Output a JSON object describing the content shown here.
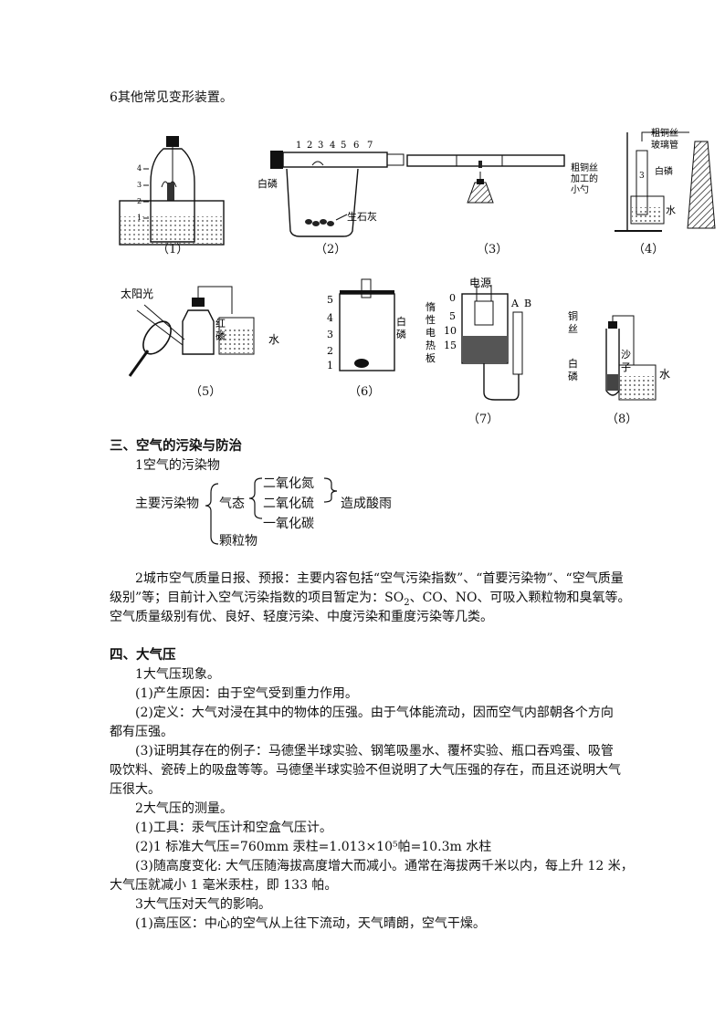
{
  "intro": "6其他常见变形装置。",
  "figures": {
    "f1": {
      "caption": "（1）",
      "ticks": [
        "1",
        "2",
        "3",
        "4"
      ]
    },
    "f2": {
      "caption": "（2）",
      "ruler": [
        "1",
        "2",
        "3",
        "4",
        "5",
        "6",
        "7"
      ],
      "label_white": "白磷",
      "label_lime": "生石灰"
    },
    "f3": {
      "caption": "（3）"
    },
    "f4": {
      "caption": "（4）",
      "label_wire": "粗铜丝",
      "label_tube": "玻璃管",
      "label_spoon1": "粗铜丝",
      "label_spoon2": "加工的",
      "label_spoon3": "小勺",
      "label_white": "白磷",
      "label_water": "水",
      "num": "3"
    },
    "f5": {
      "caption": "（5）",
      "label_sun": "太阳光",
      "label_red1": "红",
      "label_red2": "磷",
      "label_water": "水"
    },
    "f6": {
      "caption": "（6）",
      "ticks": [
        "1",
        "2",
        "3",
        "4",
        "5"
      ],
      "label_white1": "白",
      "label_white2": "磷"
    },
    "f7": {
      "caption": "（7）",
      "label_power": "电源",
      "ticks": [
        "0",
        "5",
        "10",
        "15"
      ],
      "label_a": "A",
      "label_b": "B",
      "label_side": [
        "惰",
        "性",
        "电",
        "热",
        "板"
      ]
    },
    "f8": {
      "caption": "（8）",
      "label_cu": [
        "铜",
        "丝"
      ],
      "label_white": [
        "白",
        "磷"
      ],
      "label_sand": [
        "沙",
        "子"
      ],
      "label_water": "水"
    }
  },
  "section3": {
    "title": "三、空气的污染与防治",
    "item1": "1空气的污染物",
    "main_label": "主要污染物",
    "gas_label": "气态",
    "gases": [
      "二氧化氮",
      "二氧化硫",
      "一氧化碳"
    ],
    "result": "造成酸雨",
    "particle": "颗粒物",
    "item2_line1": "2城市空气质量日报、预报：主要内容包括“空气污染指数”、“首要污染物”、“空气质量",
    "item2_line2a": "级别”等；目前计入空气污染指数的项目暂定为：SO",
    "item2_line2sub": "2",
    "item2_line2b": "、CO、NO、可吸入颗粒物和臭氧等。",
    "item2_line3": "空气质量级别有优、良好、轻度污染、中度污染和重度污染等几类。"
  },
  "section4": {
    "title": "四、大气压",
    "lines": [
      "1大气压现象。",
      "(1)产生原因：由于空气受到重力作用。",
      "(2)定义：大气对浸在其中的物体的压强。由于气体能流动，因而空气内部朝各个方向",
      "都有压强。",
      "(3)证明其存在的例子：马德堡半球实验、钢笔吸墨水、覆杯实验、瓶口吞鸡蛋、吸管",
      "吸饮料、瓷砖上的吸盘等等。马德堡半球实验不但说明了大气压强的存在，而且还说明大气",
      "压很大。",
      "2大气压的测量。",
      "(1)工具：汞气压计和空盒气压计。",
      "(2)1 标准大气压=760mm 汞柱=1.013×10⁵帕=10.3m 水柱",
      "(3)随高度变化: 大气压随海拔高度增大而减小。通常在海拔两千米以内，每上升 12 米，",
      "大气压就减小 1 毫米汞柱，即 133 帕。",
      "3大气压对天气的影响。",
      "(1)高压区：中心的空气从上往下流动，天气晴朗，空气干燥。"
    ]
  }
}
